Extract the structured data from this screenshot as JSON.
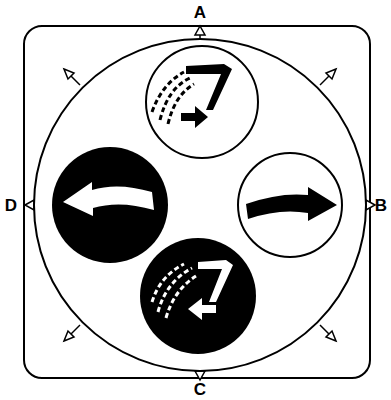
{
  "diagram": {
    "labels": [
      "A",
      "D",
      "B",
      "C"
    ]
  }
}
